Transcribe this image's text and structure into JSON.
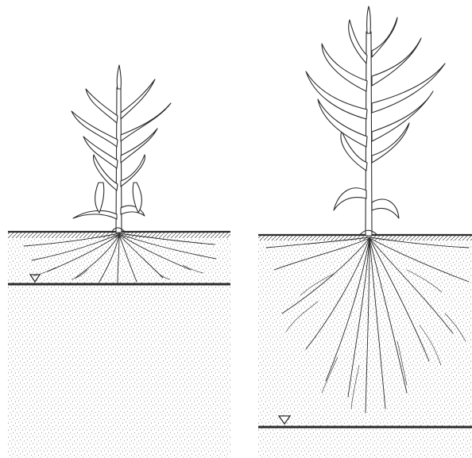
{
  "figure": {
    "panels": [
      {
        "id": "left",
        "subject": "corn-plant",
        "growth": "small",
        "root_system": "shallow-spread",
        "water_table": "shallow"
      },
      {
        "id": "right",
        "subject": "corn-plant",
        "growth": "large",
        "root_system": "deep-spread",
        "water_table": "deep"
      }
    ],
    "symbols": {
      "water_table": "inverted-triangle"
    },
    "colors": {
      "ink": "#2b2b2b",
      "soil_stipple": "#6a6a6a",
      "background": "#ffffff"
    }
  }
}
